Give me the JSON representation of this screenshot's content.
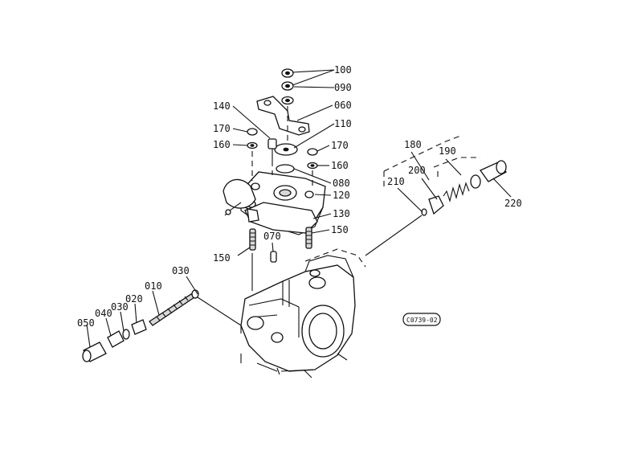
{
  "diagram": {
    "drawing_code": "C0739-02",
    "callouts": [
      "100",
      "090",
      "060",
      "140",
      "110",
      "170",
      "160",
      "170",
      "160",
      "080",
      "120",
      "130",
      "150",
      "070",
      "150",
      "180",
      "190",
      "200",
      "210",
      "220",
      "030",
      "010",
      "020",
      "030",
      "040",
      "050"
    ]
  }
}
